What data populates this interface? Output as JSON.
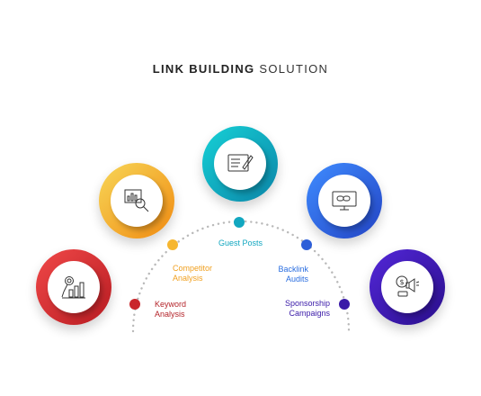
{
  "title": {
    "bold": "LINK BUILDING",
    "light": "SOLUTION"
  },
  "steps": [
    {
      "label_line1": "Keyword",
      "label_line2": "Analysis",
      "color": "#d42a2f",
      "icon": "keyword-analysis-icon"
    },
    {
      "label_line1": "Competitor",
      "label_line2": "Analysis",
      "color": "#f5a623",
      "icon": "competitor-analysis-icon"
    },
    {
      "label_line1": "Guest Posts",
      "label_line2": "",
      "color": "#12a7c0",
      "icon": "guest-posts-icon"
    },
    {
      "label_line1": "Backlink",
      "label_line2": "Audits",
      "color": "#2a6ee0",
      "icon": "backlink-audits-icon"
    },
    {
      "label_line1": "Sponsorship",
      "label_line2": "Campaigns",
      "color": "#3a1aa8",
      "icon": "sponsorship-campaigns-icon"
    }
  ]
}
